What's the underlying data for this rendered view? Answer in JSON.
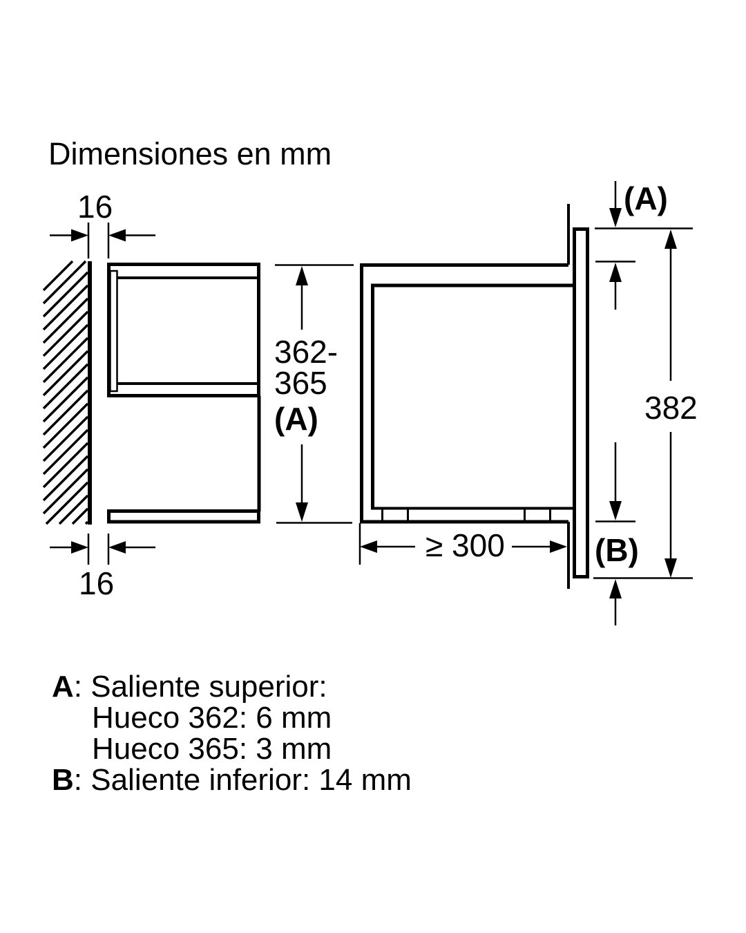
{
  "title": "Dimensiones en mm",
  "colors": {
    "ink": "#000000",
    "background": "#ffffff"
  },
  "dims": {
    "thickness_top": "16",
    "thickness_bottom": "16",
    "niche_height_1": "362-",
    "niche_height_2": "365",
    "niche_height_label": "(A)",
    "top_protrusion": "(A)",
    "total_height": "382",
    "bottom_protrusion": "(B)",
    "min_depth": "≥ 300"
  },
  "legend": {
    "a_key": "A",
    "a_rest": ": Saliente superior:",
    "hueco_362": "Hueco 362: 6 mm",
    "hueco_365": "Hueco 365: 3 mm",
    "b_key": "B",
    "b_rest": ": Saliente inferior: 14 mm"
  }
}
